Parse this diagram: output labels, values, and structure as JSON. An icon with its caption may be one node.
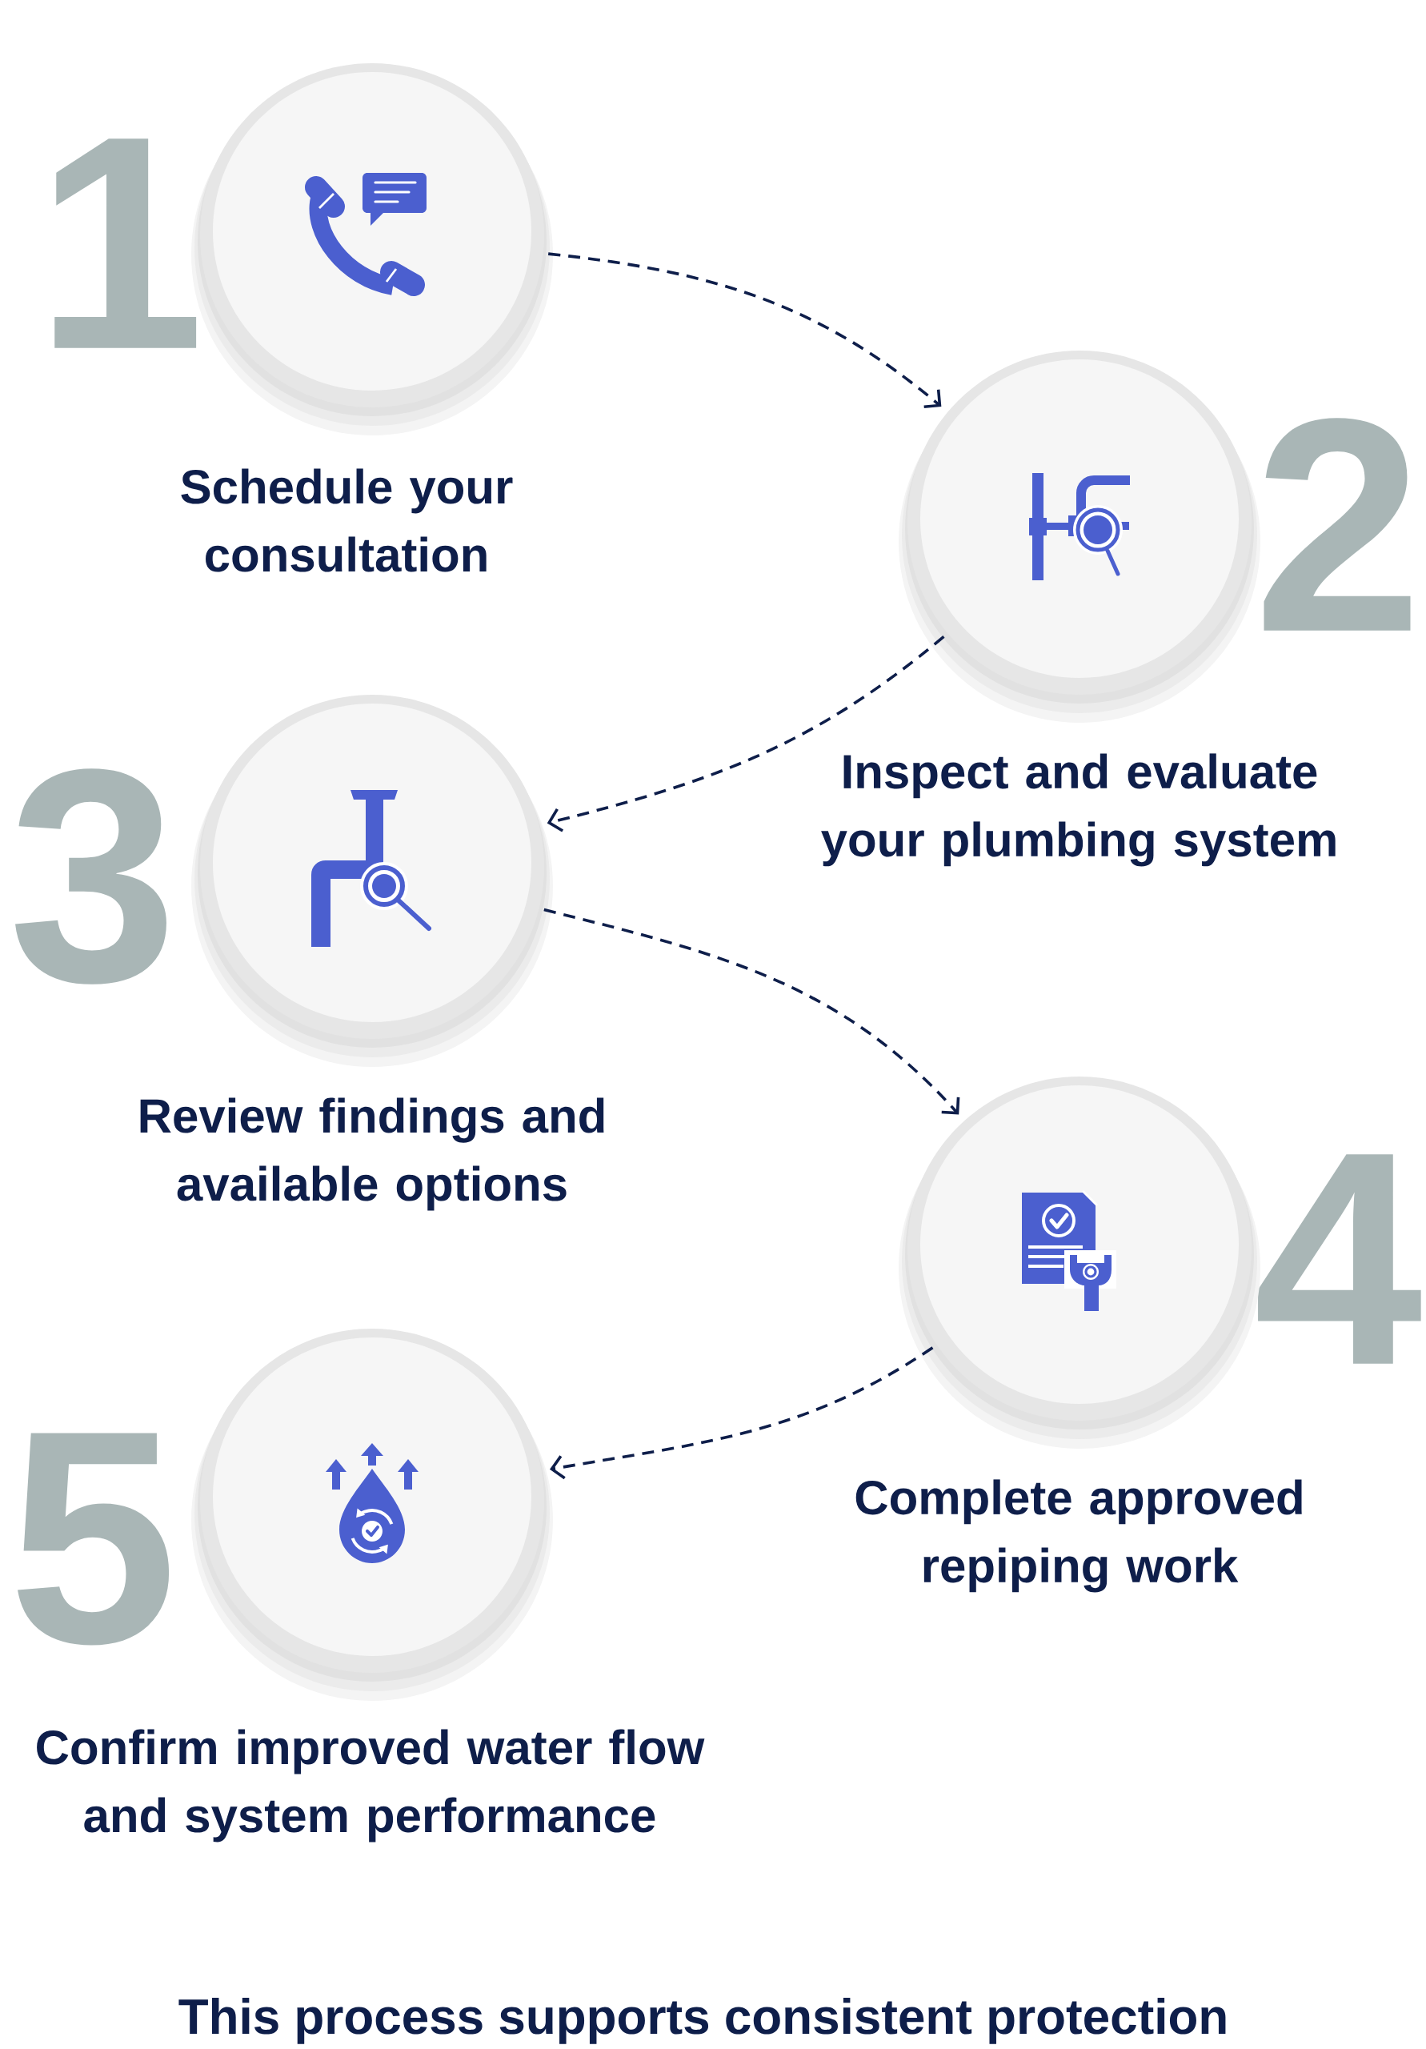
{
  "diagram": {
    "nodes": [
      {
        "text": [],
        "shape": "circle",
        "beside": [
          "1",
          "Schedule your consultation"
        ]
      },
      {
        "text": [],
        "shape": "circle",
        "beside": [
          "2",
          "Inspect and evaluate your plumbing system"
        ]
      },
      {
        "text": [],
        "shape": "circle",
        "beside": [
          "3",
          "Review findings and available options"
        ]
      },
      {
        "text": [],
        "shape": "circle",
        "beside": [
          "4",
          "Complete approved repiping work"
        ]
      },
      {
        "text": [],
        "shape": "circle",
        "beside": [
          "5",
          "Confirm improved water flow and system performance"
        ]
      }
    ],
    "edges": [
      {
        "from": 0,
        "to": 1,
        "arrow": "to",
        "style": "dashed"
      },
      {
        "from": 1,
        "to": 2,
        "arrow": "to",
        "style": "dashed"
      },
      {
        "from": 2,
        "to": 3,
        "arrow": "to",
        "style": "dashed"
      },
      {
        "from": 3,
        "to": 4,
        "arrow": "to",
        "style": "dashed"
      }
    ],
    "labels": [
      "This process supports consistent protection"
    ]
  }
}
